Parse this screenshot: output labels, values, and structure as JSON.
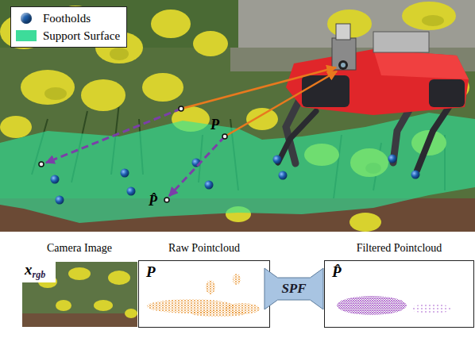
{
  "diagram": {
    "nodes": [
      {
        "text": [
          "Camera Image",
          "x",
          "rgb"
        ]
      },
      {
        "text": [
          "Raw Pointcloud",
          "P"
        ]
      },
      {
        "text": [
          "SPF"
        ]
      },
      {
        "text": [
          "Filtered Pointcloud",
          "P̂"
        ]
      }
    ],
    "labels": [
      "P",
      "P̂"
    ],
    "legend": [
      {
        "text": "Footholds",
        "color": "#1d5fae"
      },
      {
        "text": "Support Surface",
        "color": "#3ddc9a"
      }
    ]
  }
}
